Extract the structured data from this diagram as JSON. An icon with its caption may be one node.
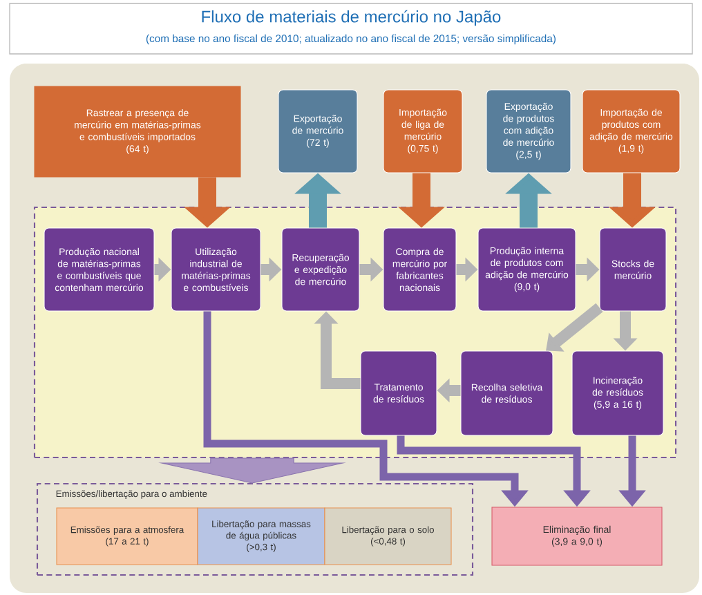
{
  "diagram": {
    "title": "Fluxo de materiais de mercúrio no Japão",
    "nodes": [
      {
        "text": [
          "Rastrear a presença de mercúrio em matérias-primas e combustíveis importados",
          "(64 t)"
        ]
      },
      {
        "text": [
          "Exportação de mercúrio",
          "(72 t)"
        ]
      },
      {
        "text": [
          "Importação de liga de mercúrio",
          "(0,75 t)"
        ]
      },
      {
        "text": [
          "Exportação de produtos com adição de mercúrio",
          "(2,5 t)"
        ]
      },
      {
        "text": [
          "Importação de produtos com adição de mercúrio",
          "(1,9 t)"
        ]
      },
      {
        "text": [],
        "shape": "box"
      },
      {
        "text": [
          "Produção nacional de matérias-primas e combustíveis que contenham mercúrio"
        ],
        "in": 5
      },
      {
        "text": [
          "Utilização industrial de matérias-primas e combustíveis"
        ],
        "in": 5
      },
      {
        "text": [
          "Recuperação e expedição de mercúrio"
        ],
        "in": 5
      },
      {
        "text": [
          "Compra de mercúrio por fabricantes nacionais"
        ],
        "in": 5
      },
      {
        "text": [
          "Produção interna de produtos com adição de mercúrio",
          "(9,0 t)"
        ],
        "in": 5
      },
      {
        "text": [
          "Stocks de mercúrio"
        ],
        "in": 5
      },
      {
        "text": [
          "Tratamento de resíduos"
        ],
        "in": 5
      },
      {
        "text": [
          "Recolha seletiva de resíduos"
        ],
        "in": 5
      },
      {
        "text": [
          "Incineração de resíduos",
          "(5,9 a 16 t)"
        ],
        "in": 5
      },
      {
        "text": [
          "Emissões/libertação para o ambiente"
        ]
      },
      {
        "text": [
          "Emissões para a atmosfera",
          "(17 a 21 t)"
        ],
        "in": 15
      },
      {
        "text": [
          "Libertação para massas de água públicas",
          "(>0,3 t)"
        ],
        "in": 15
      },
      {
        "text": [
          "Libertação para o solo",
          "(<0,48 t)"
        ],
        "in": 15
      },
      {
        "text": [
          "Eliminação final",
          "(3,9 a 9,0 t)"
        ]
      }
    ],
    "edges": [
      {
        "from": 0,
        "to": 7,
        "arrow": "to",
        "color": "#d36b35"
      },
      {
        "from": 8,
        "to": 1,
        "arrow": "to",
        "color": "#5f9db0"
      },
      {
        "from": 2,
        "to": 9,
        "arrow": "to",
        "color": "#d36b35"
      },
      {
        "from": 10,
        "to": 3,
        "arrow": "to",
        "color": "#5f9db0"
      },
      {
        "from": 4,
        "to": 11,
        "arrow": "to",
        "color": "#d36b35"
      },
      {
        "from": 6,
        "to": 7,
        "arrow": "to"
      },
      {
        "from": 7,
        "to": 8,
        "arrow": "to"
      },
      {
        "from": 8,
        "to": 9,
        "arrow": "to"
      },
      {
        "from": 9,
        "to": 10,
        "arrow": "to"
      },
      {
        "from": 10,
        "to": 11,
        "arrow": "to"
      },
      {
        "from": 11,
        "to": 13,
        "arrow": "to"
      },
      {
        "from": 11,
        "to": 14,
        "arrow": "to"
      },
      {
        "from": 13,
        "to": 12,
        "arrow": "to"
      },
      {
        "from": 12,
        "to": 8,
        "arrow": "to"
      },
      {
        "from": 7,
        "to": 19,
        "arrow": "to",
        "color": "#7c64aa"
      },
      {
        "from": 12,
        "to": 19,
        "arrow": "to",
        "color": "#7c64aa"
      },
      {
        "from": 14,
        "to": 19,
        "arrow": "to",
        "color": "#7c64aa"
      },
      {
        "from": 5,
        "to": 15,
        "arrow": "to",
        "style": "thick",
        "color": "#a893c2"
      }
    ],
    "labels": [
      "(com base no ano fiscal de 2010; atualizado no ano fiscal de 2015; versão simplificada)"
    ]
  }
}
